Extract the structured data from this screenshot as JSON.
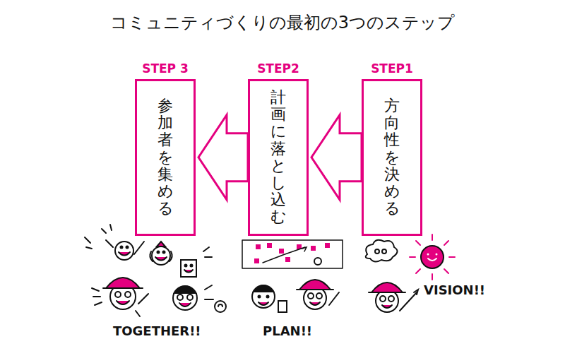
{
  "diagram": {
    "title": "コミュニティづくりの最初の3つのステップ",
    "nodes": [
      {
        "text": [
          "STEP1",
          "方向性を決める"
        ]
      },
      {
        "text": [
          "STEP2",
          "計画に落とし込む"
        ]
      },
      {
        "text": [
          "STEP 3",
          "参加者を集める"
        ]
      }
    ],
    "edges": [
      {
        "from": 0,
        "to": 1,
        "arrow": "to"
      },
      {
        "from": 1,
        "to": 2,
        "arrow": "to"
      }
    ],
    "labels": [
      "TOGETHER!!",
      "PLAN!!",
      "VISION!!"
    ]
  }
}
